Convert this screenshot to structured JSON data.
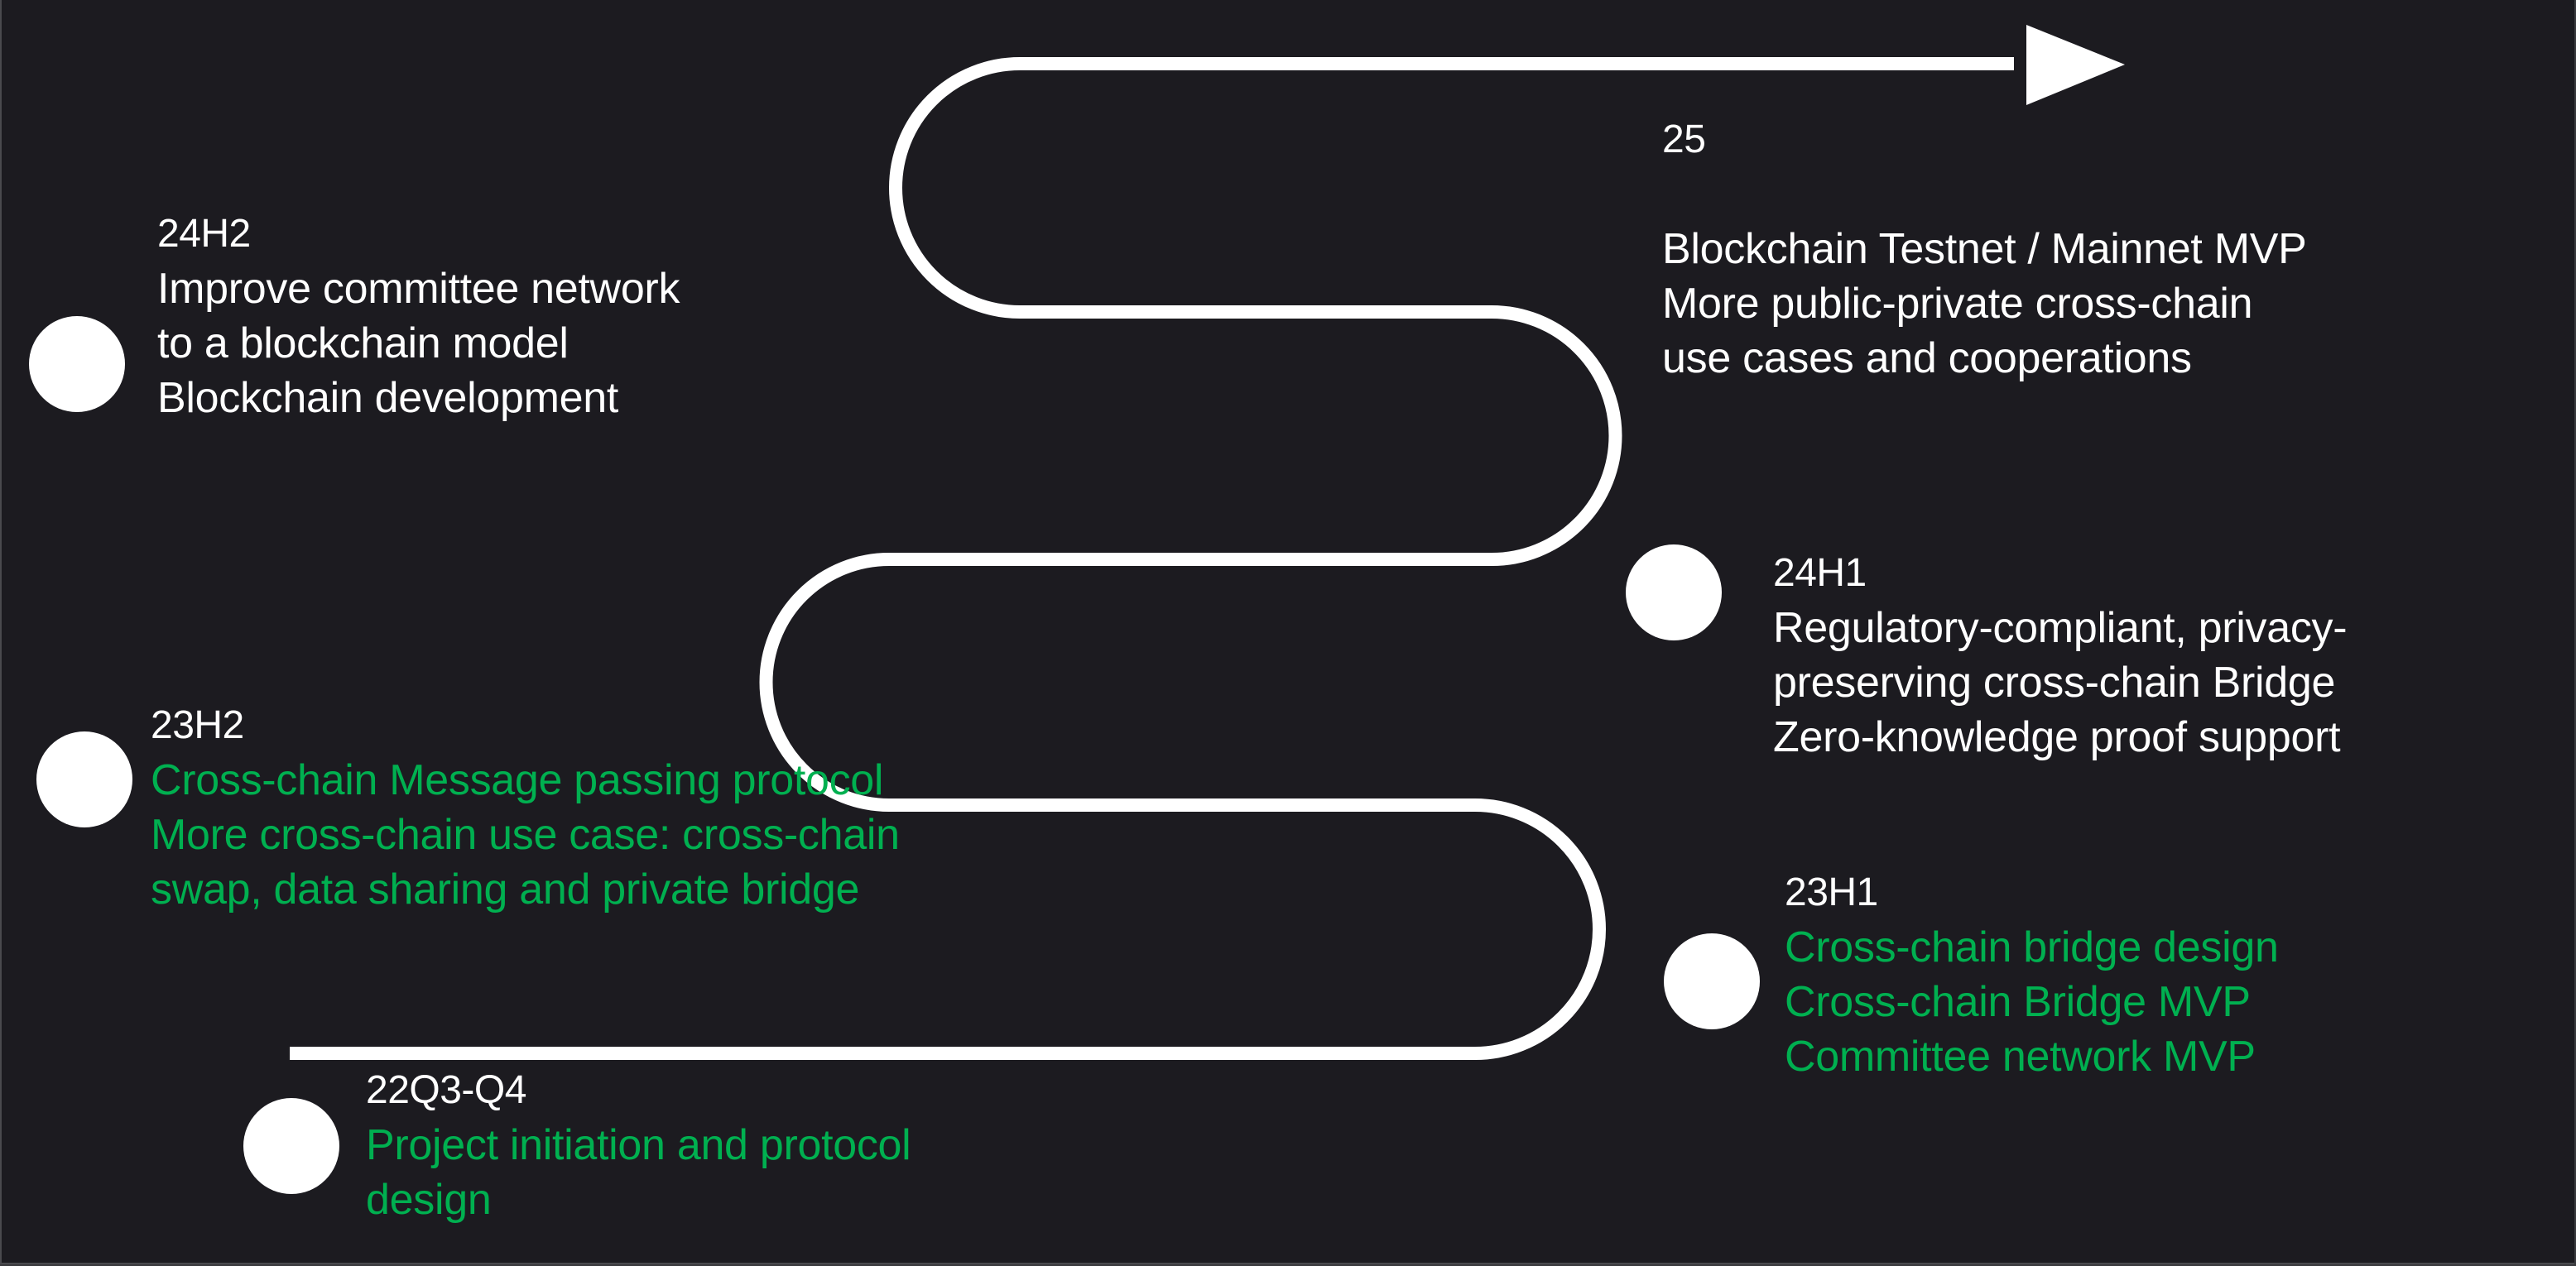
{
  "diagram": {
    "type": "roadmap-timeline",
    "colors": {
      "background": "#1c1b20",
      "path": "#ffffff",
      "completed_text": "#00b050",
      "planned_text": "#ffffff",
      "period_text": "#ffffff"
    },
    "milestones": [
      {
        "id": "22q3-q4",
        "period": "22Q3-Q4",
        "status": "completed",
        "items": [
          "Project initiation and protocol",
          "design"
        ]
      },
      {
        "id": "23h1",
        "period": "23H1",
        "status": "completed",
        "items": [
          "Cross-chain bridge design",
          "Cross-chain Bridge MVP",
          "Committee network MVP"
        ]
      },
      {
        "id": "23h2",
        "period": "23H2",
        "status": "completed",
        "items": [
          "Cross-chain Message passing protocol",
          "More cross-chain use case: cross-chain",
          "swap, data sharing and private bridge"
        ]
      },
      {
        "id": "24h1",
        "period": "24H1",
        "status": "planned",
        "items": [
          "Regulatory-compliant, privacy-",
          "preserving cross-chain Bridge",
          "Zero-knowledge proof support"
        ]
      },
      {
        "id": "24h2",
        "period": "24H2",
        "status": "planned",
        "items": [
          "Improve committee network",
          "to a blockchain model",
          "Blockchain development"
        ]
      },
      {
        "id": "25",
        "period": "25",
        "status": "planned",
        "items": [
          "Blockchain Testnet / Mainnet MVP",
          "More public-private cross-chain",
          "use cases and cooperations"
        ]
      }
    ],
    "icons": {
      "arrowhead": "arrow-right-icon",
      "milestone_marker": "circle-dot-icon"
    }
  }
}
